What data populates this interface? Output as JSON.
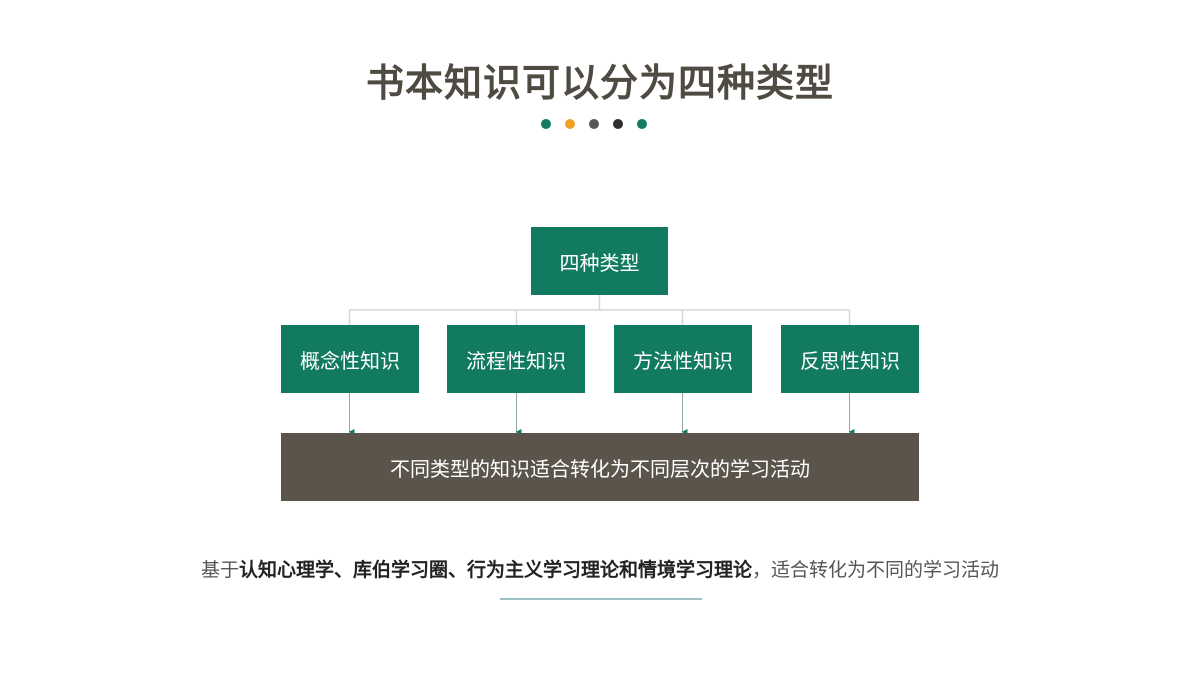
{
  "title": "书本知识可以分为四种类型",
  "dots": [
    "#127a60",
    "#f0a023",
    "#565656",
    "#2f2f2f",
    "#127a60"
  ],
  "diagram": {
    "root": "四种类型",
    "children": [
      "概念性知识",
      "流程性知识",
      "方法性知识",
      "反思性知识"
    ],
    "result": "不同类型的知识适合转化为不同层次的学习活动"
  },
  "note": {
    "prefix": "基于",
    "highlight": "认知心理学、库伯学习圈、行为主义学习理论和情境学习理论",
    "suffix": "，适合转化为不同的学习活动"
  },
  "colors": {
    "primary": "#127a60",
    "result_bg": "#5a544b",
    "line": "#cfd8d6",
    "accent": "#f0a023"
  }
}
